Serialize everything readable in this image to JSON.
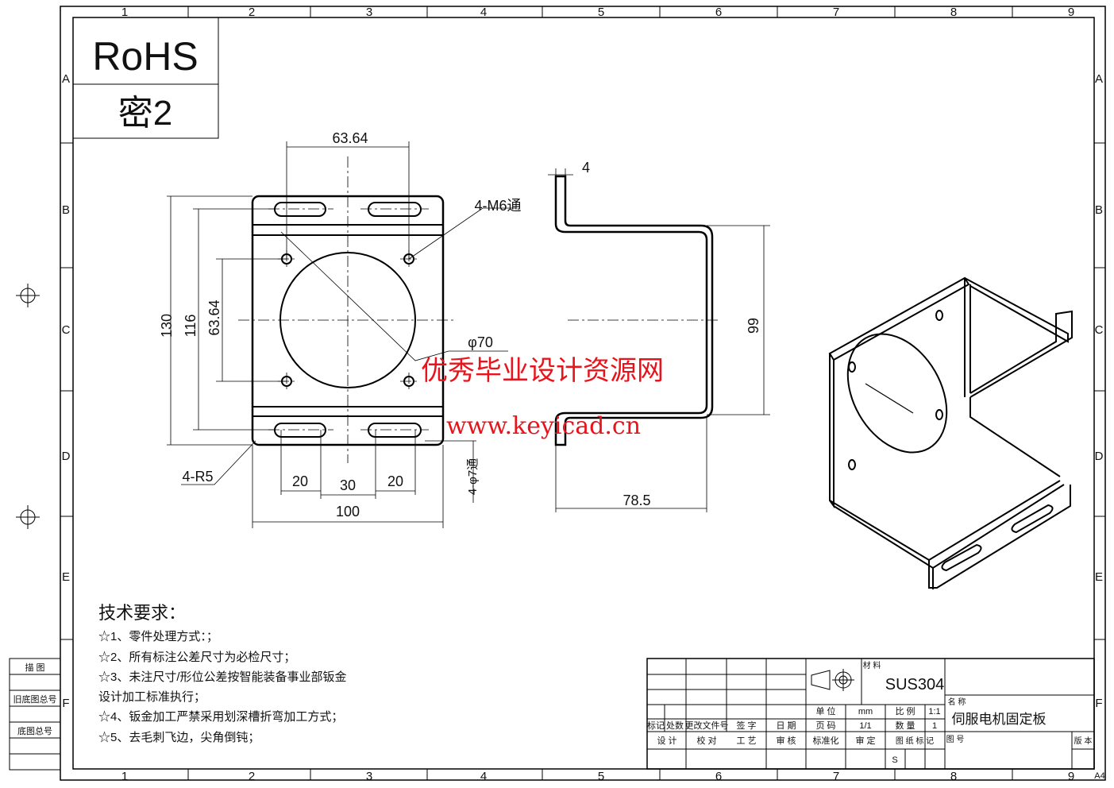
{
  "frame": {
    "zone_columns": [
      "1",
      "2",
      "3",
      "4",
      "5",
      "6",
      "7",
      "8",
      "9"
    ],
    "zone_rows": [
      "A",
      "B",
      "C",
      "D",
      "E",
      "F"
    ],
    "sheet_size": "A4"
  },
  "stamp": {
    "rohs": "RoHS",
    "secrecy": "密2"
  },
  "front_view": {
    "dim_top": "63.64",
    "dim_130": "130",
    "dim_116": "116",
    "dim_63": "63.64",
    "hole_callout": "4-M6通",
    "diameter": "φ70",
    "corner_radius": "4-R5",
    "dim_20a": "20",
    "dim_30": "30",
    "dim_20b": "20",
    "dim_100": "100",
    "slot_callout": "4-φ7通"
  },
  "side_view": {
    "thickness": "4",
    "height": "99",
    "depth": "78.5"
  },
  "watermark": {
    "line1": "优秀毕业设计资源网",
    "line2": "www.keyicad.cn"
  },
  "tech_requirements": {
    "title": "技术要求：",
    "items": [
      "☆1、零件处理方式：；",
      "☆2、所有标注公差尺寸为必检尺寸；",
      "☆3、未注尺寸/形位公差按智能装备事业部钣金",
      "设计加工标准执行；",
      "☆4、钣金加工严禁采用划深槽折弯加工方式；",
      "☆5、去毛刺飞边，尖角倒钝；"
    ]
  },
  "left_table": {
    "row1": "描 图",
    "row2": "旧底图总号",
    "row3": "底图总号"
  },
  "title_block": {
    "material_label": "材 料",
    "material": "SUS304",
    "name_label": "名 称",
    "part_name": "伺服电机固定板",
    "unit_label": "单 位",
    "unit": "mm",
    "scale_label": "比 例",
    "scale": "1:1",
    "page_label": "页 码",
    "page": "1/1",
    "qty_label": "数 量",
    "qty": "1",
    "rev_headers": [
      "标记",
      "处数",
      "更改文件号",
      "签 字",
      "日 期"
    ],
    "sign_headers": [
      "设 计",
      "校 对",
      "工 艺",
      "审 核",
      "标准化",
      "审 定",
      "图 纸 标 记"
    ],
    "drawing_no_label": "图 号",
    "version_label": "版 本",
    "mark_s": "S"
  }
}
